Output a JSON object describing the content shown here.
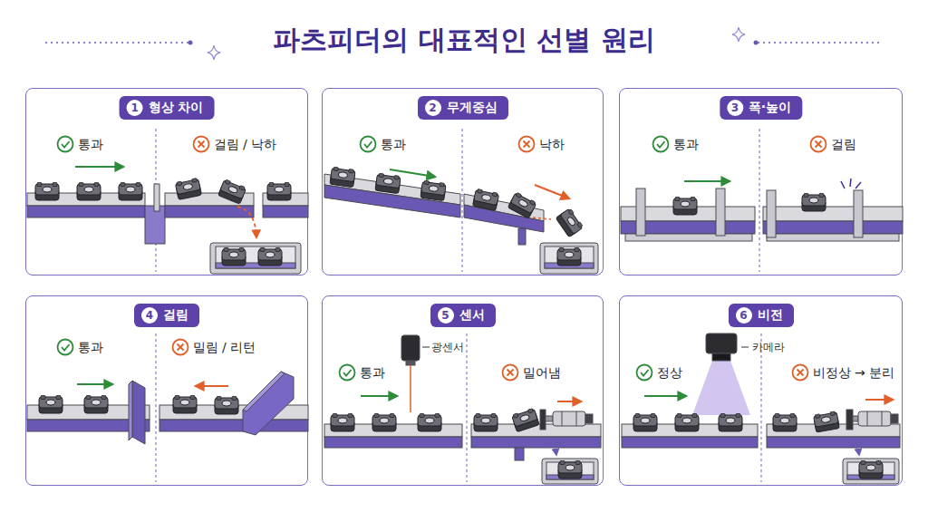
{
  "diagram": {
    "title": "파츠피더의 대표적인 선별 원리",
    "nodes": [
      {
        "text": [
          "통과",
          "걸림 / 낙하"
        ]
      },
      {
        "text": [
          "형상 차이"
        ],
        "in": 0
      },
      {
        "text": [
          "1"
        ],
        "in": 1
      },
      {
        "text": [
          "통과",
          "낙하"
        ]
      },
      {
        "text": [
          "무게중심"
        ],
        "in": 3
      },
      {
        "text": [
          "2"
        ],
        "in": 4
      },
      {
        "text": [
          "통과",
          "걸림"
        ]
      },
      {
        "text": [
          "폭·높이"
        ],
        "in": 6
      },
      {
        "text": [
          "3"
        ],
        "in": 7
      },
      {
        "text": [
          "통과",
          "밀림 / 리턴"
        ]
      },
      {
        "text": [
          "걸림"
        ],
        "in": 9
      },
      {
        "text": [
          "4"
        ],
        "in": 10
      },
      {
        "text": [
          "통과",
          "밀어냄"
        ]
      },
      {
        "text": [
          "센서"
        ],
        "in": 12
      },
      {
        "text": [
          "5"
        ],
        "in": 13
      },
      {
        "text": [
          "정상",
          "비정상 → 분리"
        ]
      },
      {
        "text": [
          "비전"
        ],
        "in": 15
      },
      {
        "text": [
          "6"
        ],
        "in": 16
      }
    ],
    "labels": [
      "광센서",
      "카메라"
    ]
  }
}
